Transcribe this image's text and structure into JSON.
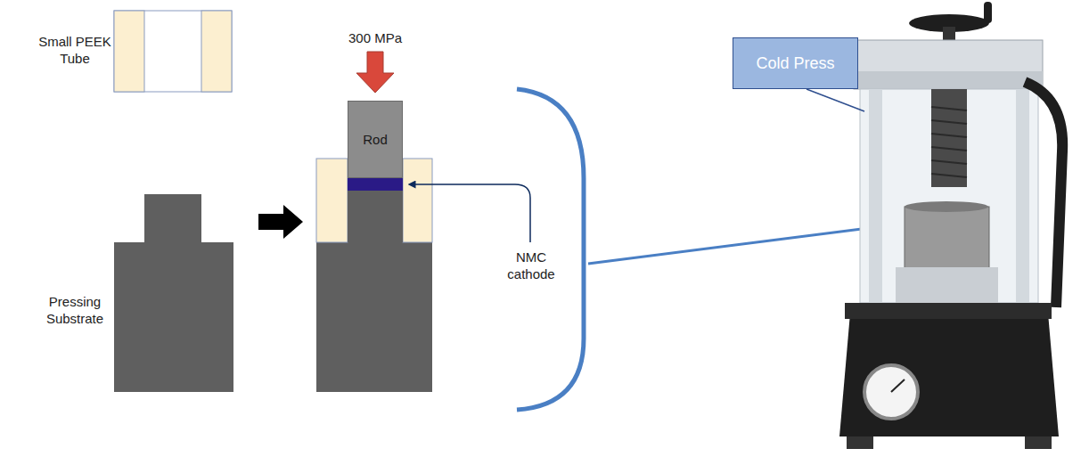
{
  "diagram": {
    "nodes": [
      {
        "text": [
          "Rod"
        ]
      },
      {
        "text": [
          "Cold Press"
        ]
      }
    ],
    "labels": [
      "Small PEEK Tube",
      "300 MPa",
      "NMC cathode",
      "Pressing Substrate"
    ]
  }
}
